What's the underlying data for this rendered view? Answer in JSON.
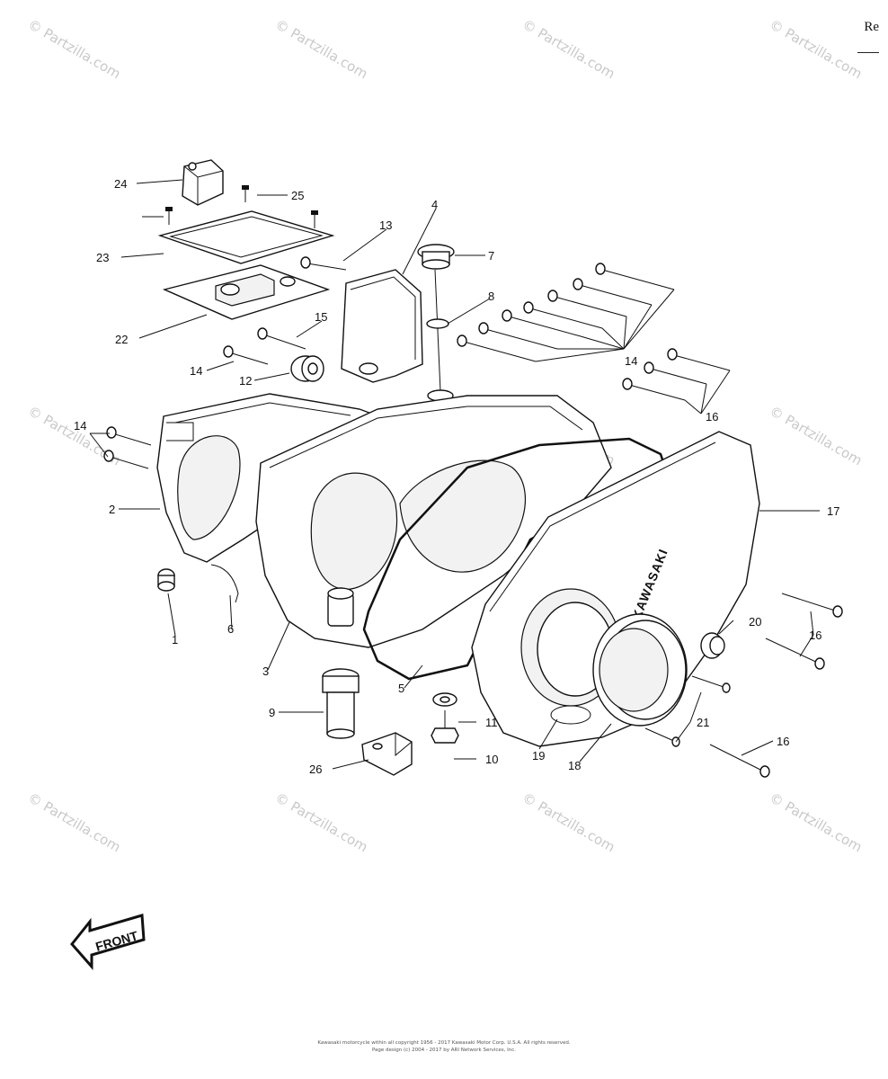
{
  "page": {
    "corner_text": "Re",
    "watermark": "© Partzilla.com",
    "footer_line1": "Kawasaki motorcycle within all copyright 1956 - 2017 Kawasaki Motor Corp. U.S.A. All rights reserved.",
    "footer_line2": "Page design (c) 2004 - 2017 by ARI Network Services, Inc."
  },
  "diagram": {
    "cover_brand": "KAWASAKI",
    "front_arrow_text": "FRONT",
    "callouts": [
      {
        "id": "24",
        "text": "24"
      },
      {
        "id": "25",
        "text": "25"
      },
      {
        "id": "23",
        "text": "23"
      },
      {
        "id": "22",
        "text": "22"
      },
      {
        "id": "13",
        "text": "13"
      },
      {
        "id": "4",
        "text": "4"
      },
      {
        "id": "7",
        "text": "7"
      },
      {
        "id": "8",
        "text": "8"
      },
      {
        "id": "15",
        "text": "15"
      },
      {
        "id": "14a",
        "text": "14"
      },
      {
        "id": "12",
        "text": "12"
      },
      {
        "id": "14b",
        "text": "14"
      },
      {
        "id": "16a",
        "text": "16"
      },
      {
        "id": "14c",
        "text": "14"
      },
      {
        "id": "2",
        "text": "2"
      },
      {
        "id": "17",
        "text": "17"
      },
      {
        "id": "1",
        "text": "1"
      },
      {
        "id": "6",
        "text": "6"
      },
      {
        "id": "3",
        "text": "3"
      },
      {
        "id": "20",
        "text": "20"
      },
      {
        "id": "16b",
        "text": "16"
      },
      {
        "id": "9",
        "text": "9"
      },
      {
        "id": "5",
        "text": "5"
      },
      {
        "id": "11",
        "text": "11"
      },
      {
        "id": "21",
        "text": "21"
      },
      {
        "id": "16c",
        "text": "16"
      },
      {
        "id": "10",
        "text": "10"
      },
      {
        "id": "19",
        "text": "19"
      },
      {
        "id": "18",
        "text": "18"
      },
      {
        "id": "26",
        "text": "26"
      }
    ]
  }
}
